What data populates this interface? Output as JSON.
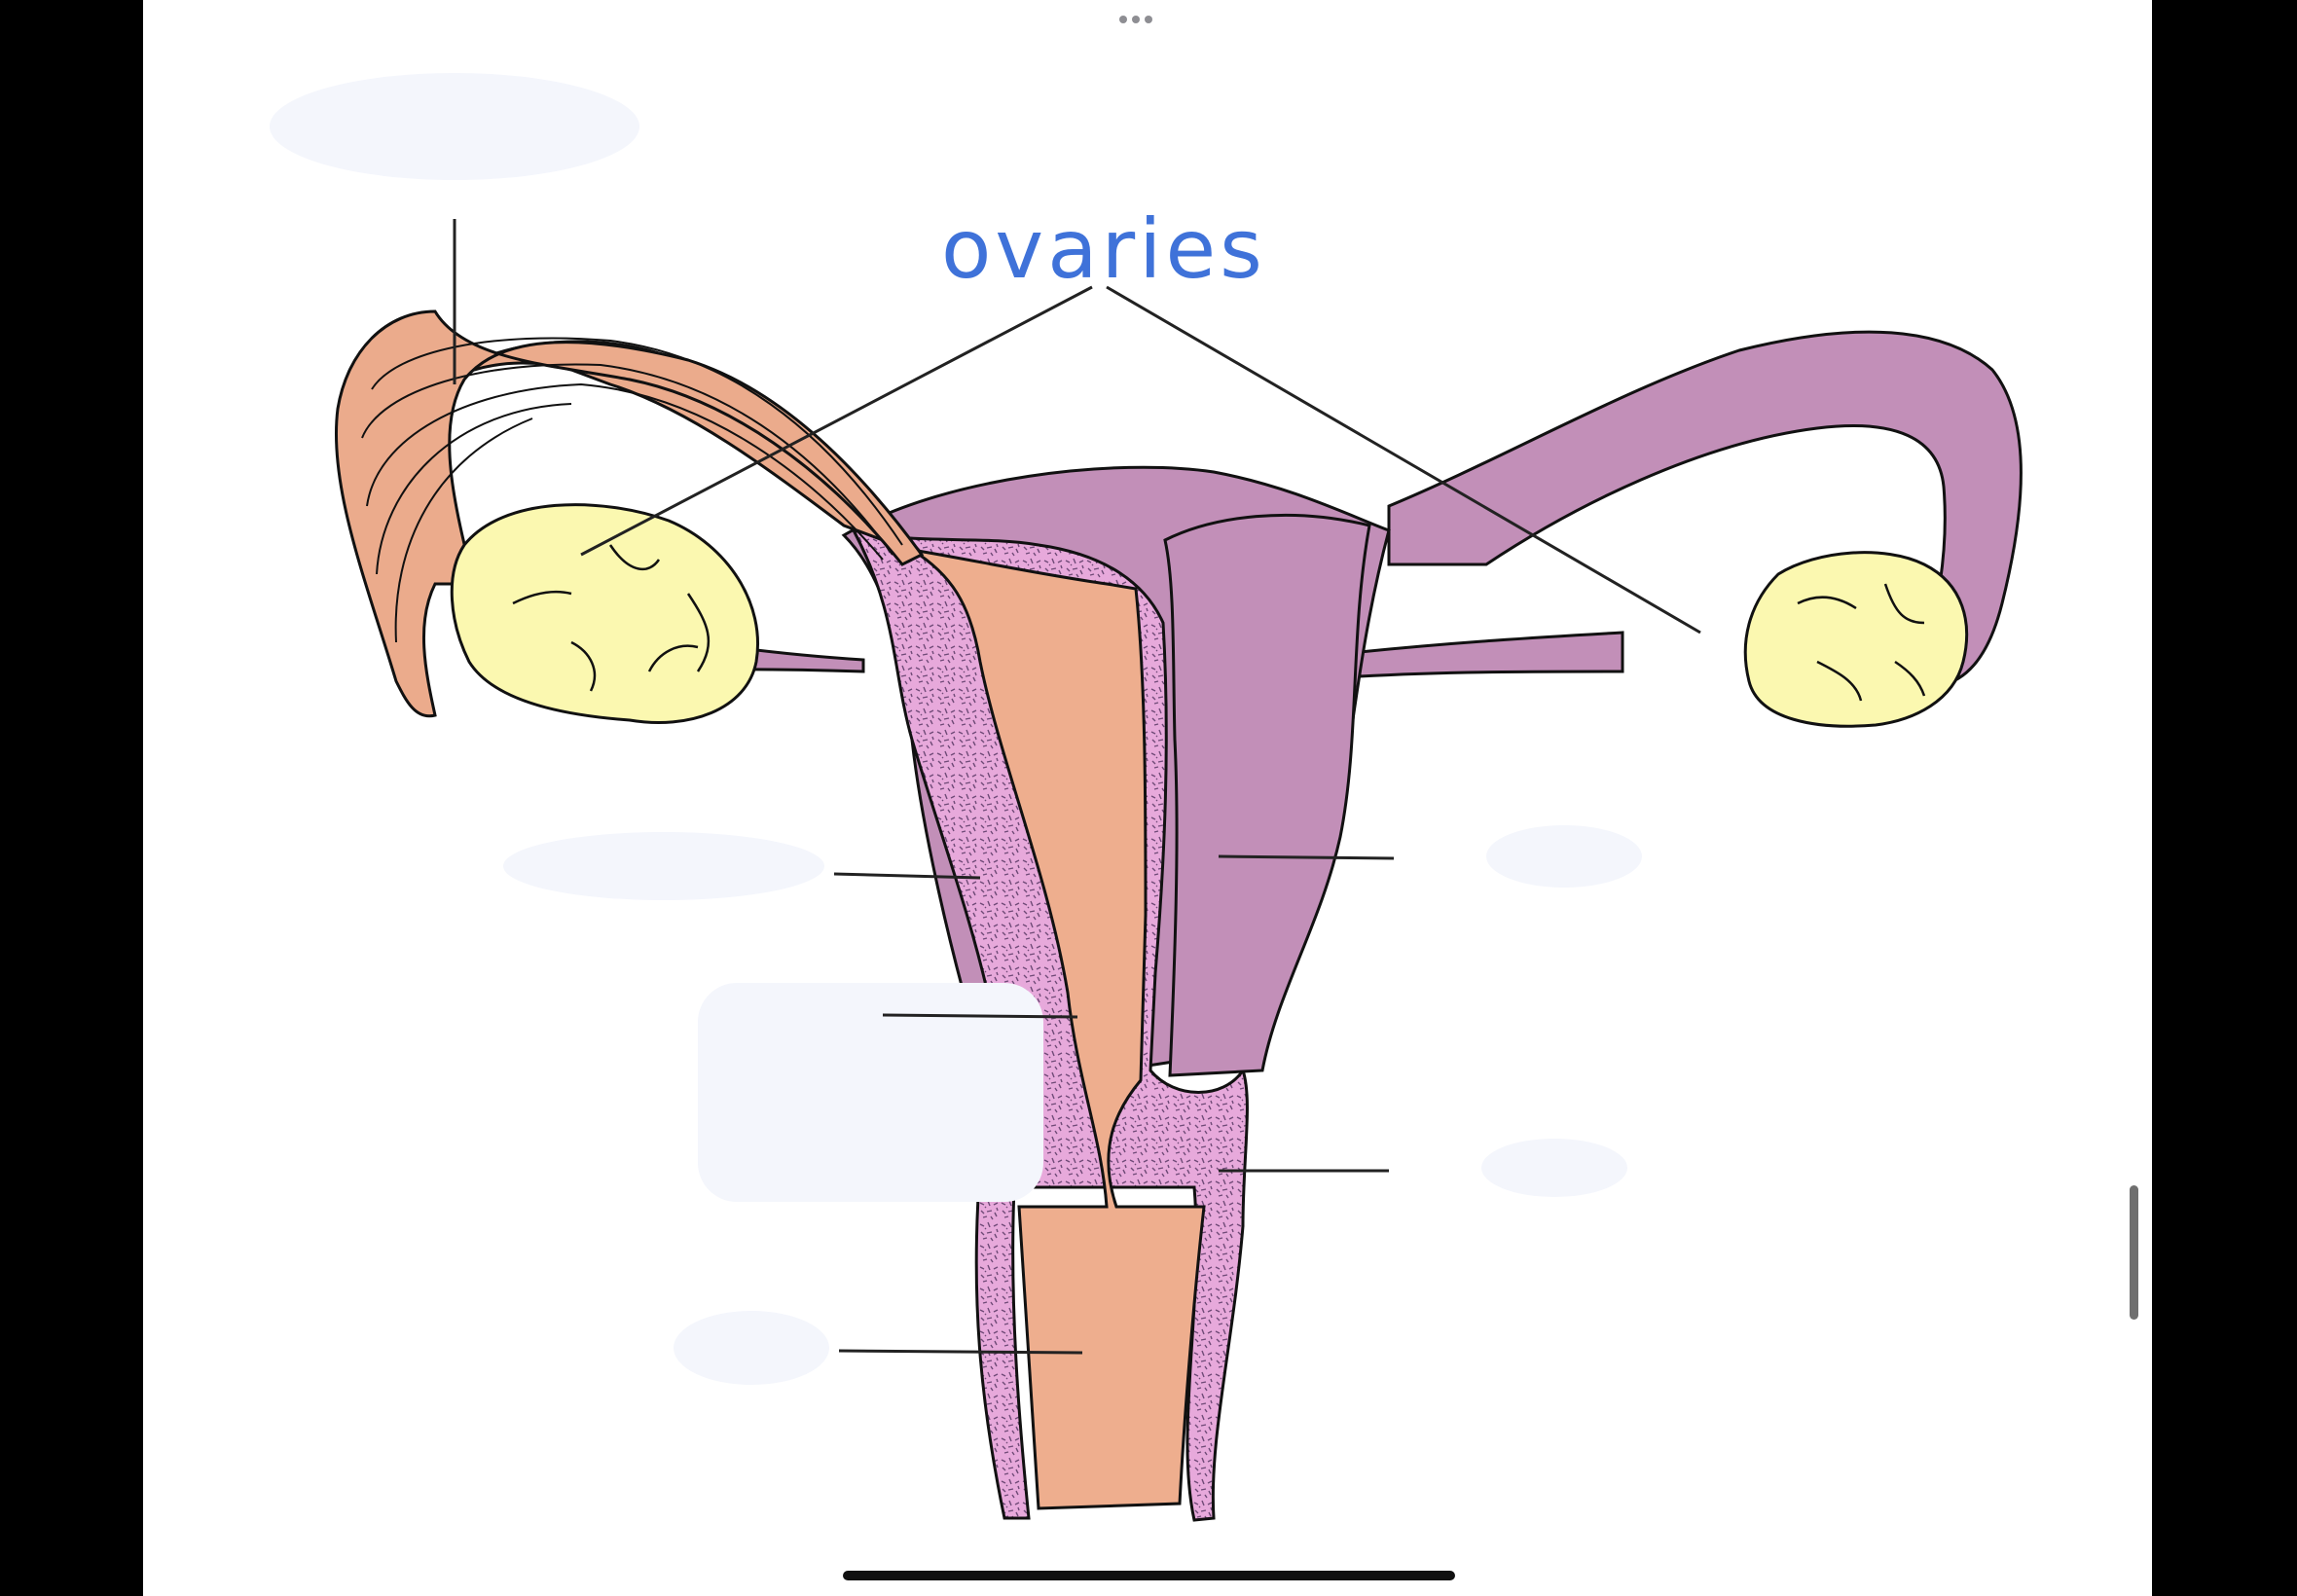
{
  "title_label": "ovaries",
  "colors": {
    "tube_orange": "#EBAB8C",
    "uterus_purple": "#C28FB8",
    "speckle_pink": "#E7A9DB",
    "ovary_yellow": "#FBF8B0",
    "canal_orange": "#EEAE8E",
    "label_blue": "#3F72D9",
    "eraser_patch": "#F4F6FC"
  },
  "icons": [
    "more-dots-icon",
    "home-indicator",
    "scroll-thumb"
  ]
}
